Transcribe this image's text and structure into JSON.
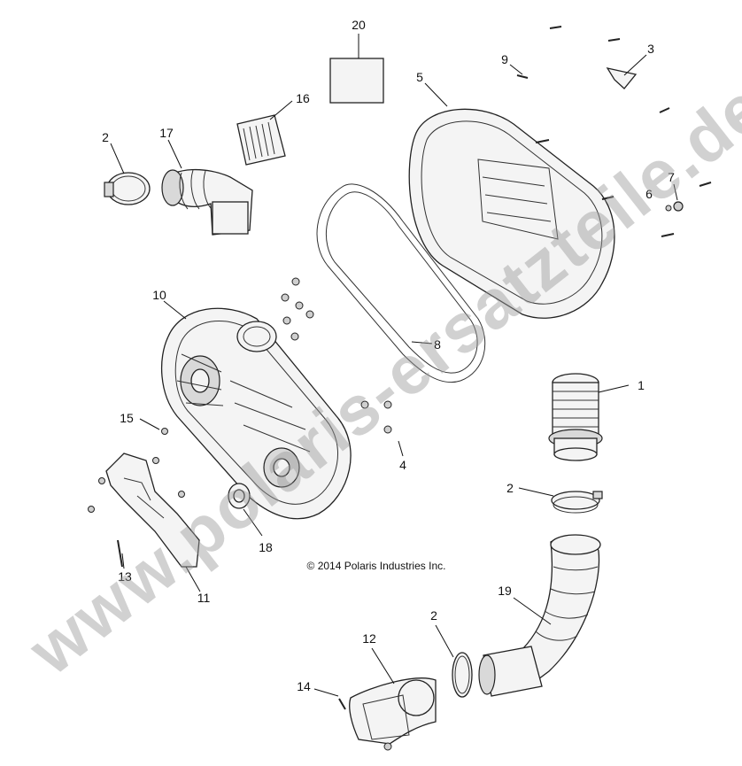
{
  "diagram": {
    "copyright": "© 2014 Polaris Industries Inc.",
    "watermark": "www.polaris-ersatzteile.de",
    "callouts": {
      "c1": "1",
      "c2a": "2",
      "c2b": "2",
      "c2c": "2",
      "c3": "3",
      "c4": "4",
      "c5": "5",
      "c6": "6",
      "c7": "7",
      "c8": "8",
      "c9": "9",
      "c10": "10",
      "c11": "11",
      "c12": "12",
      "c13": "13",
      "c14": "14",
      "c15": "15",
      "c16": "16",
      "c17": "17",
      "c18": "18",
      "c19": "19",
      "c20": "20"
    }
  }
}
